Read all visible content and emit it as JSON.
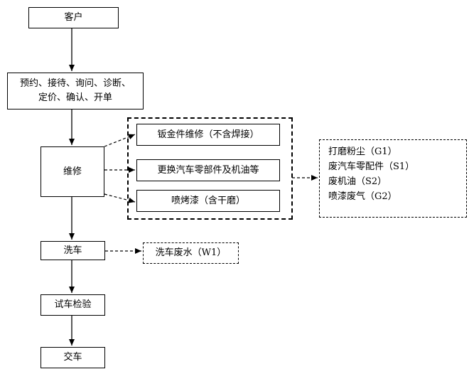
{
  "nodes": {
    "customer": "客户",
    "reception_line1": "预约、接待、询问、诊断、",
    "reception_line2": "定价、确认、开单",
    "repair": "维修",
    "sheet_metal": "钣金件维修（不含焊接）",
    "replace_parts": "更换汽车零部件及机油等",
    "spray_paint": "喷烤漆（含干磨）",
    "car_wash": "洗车",
    "car_wash_output": "洗车废水（W1）",
    "test_drive": "试车检验",
    "delivery": "交车"
  },
  "outputs": [
    "打磨粉尘（G1）",
    "废汽车零配件（S1）",
    "废机油（S2）",
    "喷漆废气（G2）"
  ]
}
